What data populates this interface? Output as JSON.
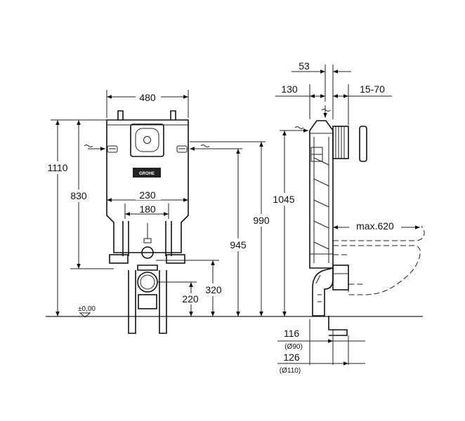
{
  "front_view": {
    "width": "480",
    "height_total": "1110",
    "height_830": "830",
    "spacing_230": "230",
    "spacing_180": "180",
    "height_990": "990",
    "height_945": "945",
    "height_320": "320",
    "height_220": "220",
    "floor_level": "±0,00",
    "logo": "GROHE"
  },
  "side_view": {
    "depth_53": "53",
    "depth_130": "130",
    "depth_range": "15-70",
    "height_1045": "1045",
    "max_reach": "max.620",
    "outlet_116": "116",
    "outlet_116_diameter": "(Ø90)",
    "outlet_126": "126",
    "outlet_126_diameter": "(Ø110)"
  }
}
